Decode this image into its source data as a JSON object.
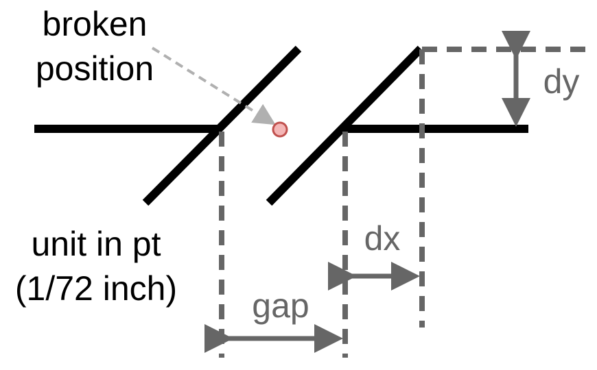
{
  "labels": {
    "broken_line1": "broken",
    "broken_line2": "position",
    "unit_line1": "unit in pt",
    "unit_line2": "(1/72 inch)",
    "gap": "gap",
    "dx": "dx",
    "dy": "dy"
  },
  "colors": {
    "line": "#000000",
    "dimension": "#666666",
    "pointer_arrow": "#b0b0b0",
    "marker_fill": "#f4b6b6",
    "marker_stroke": "#c0504d"
  }
}
